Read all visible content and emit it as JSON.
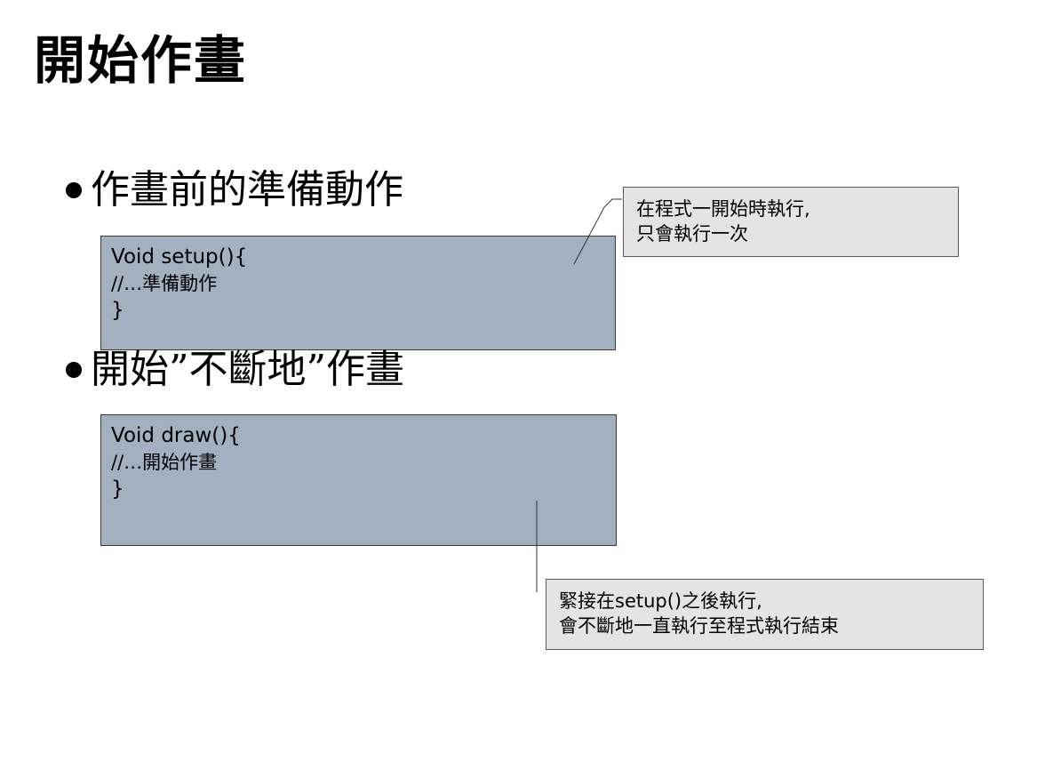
{
  "slide": {
    "title": "開始作畫",
    "bullets": [
      {
        "text": "作畫前的準備動作"
      },
      {
        "text": "開始”不斷地”作畫"
      }
    ],
    "code_blocks": [
      {
        "lines": [
          "Void setup(){",
          "//…準備動作",
          "}"
        ]
      },
      {
        "lines": [
          "Void draw(){",
          "//…開始作畫",
          "}"
        ]
      }
    ],
    "callouts": [
      {
        "lines": [
          "在程式一開始時執行,",
          "只會執行一次"
        ]
      },
      {
        "lines": [
          "緊接在setup()之後執行,",
          "會不斷地一直執行至程式執行結束"
        ]
      }
    ]
  },
  "colors": {
    "code_box_fill": "#a2b0bf",
    "callout_fill": "#e4e4e4"
  }
}
